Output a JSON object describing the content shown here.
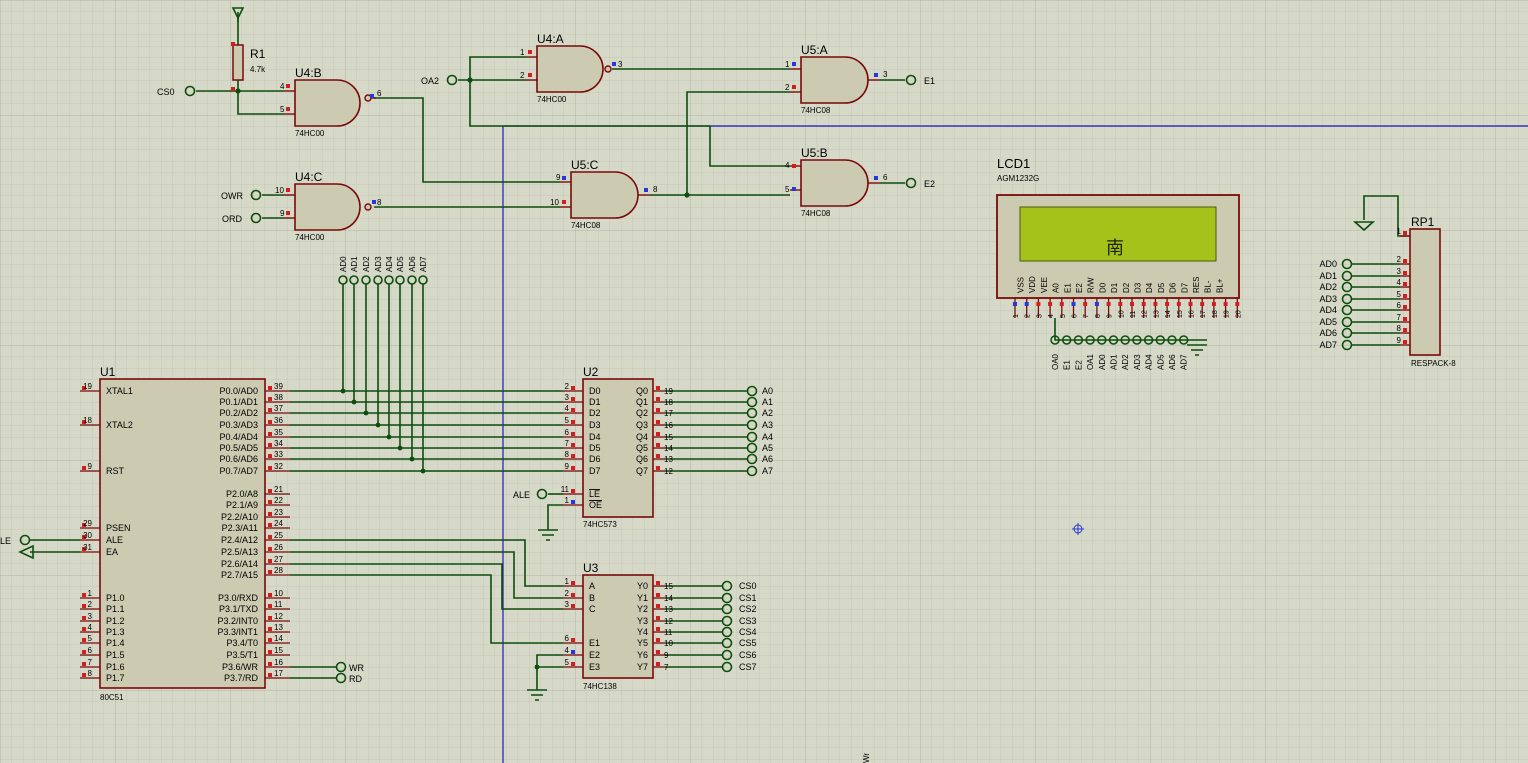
{
  "colors": {
    "background": "#d7d9c8",
    "grid_minor": "#c6c8b8",
    "grid_major": "#b2b4a3",
    "wire": "#0d4d0d",
    "component_fill": "#cccbb1",
    "component_stroke": "#7a0a0a",
    "pin_red": "#d21e1e",
    "pin_blue": "#2838d8",
    "lcd_screen": "#a5c21a",
    "axis_line": "#1a1ab4",
    "text": "#000000"
  },
  "labels": {
    "R1_ref": "R1",
    "R1_val": "4.7k",
    "CS0": "CS0",
    "OA2": "OA2",
    "OWR": "OWR",
    "ORD": "ORD",
    "E1": "E1",
    "E2": "E2",
    "ALE": "ALE",
    "WR": "WR",
    "RD": "RD",
    "bottom_fragment": "Wr"
  },
  "gates": {
    "U4B": {
      "ref": "U4:B",
      "type": "74HC00",
      "in1": "4",
      "in2": "5",
      "out": "6"
    },
    "U4A": {
      "ref": "U4:A",
      "type": "74HC00",
      "in1": "1",
      "in2": "2",
      "out": "3"
    },
    "U4C": {
      "ref": "U4:C",
      "type": "74HC00",
      "in1": "10",
      "in2": "9",
      "out": "8"
    },
    "U5A": {
      "ref": "U5:A",
      "type": "74HC08",
      "in1": "1",
      "in2": "2",
      "out": "3"
    },
    "U5B": {
      "ref": "U5:B",
      "type": "74HC08",
      "in1": "4",
      "in2": "5",
      "out": "6"
    },
    "U5C": {
      "ref": "U5:C",
      "type": "74HC08",
      "in1": "9",
      "in2": "10",
      "out": "8"
    }
  },
  "bus": {
    "ad_labels": [
      "AD0",
      "AD1",
      "AD2",
      "AD3",
      "AD4",
      "AD5",
      "AD6",
      "AD7"
    ]
  },
  "u1": {
    "ref": "U1",
    "type": "80C51",
    "left_pins": [
      {
        "num": "19",
        "name": "XTAL1"
      },
      {
        "num": "18",
        "name": "XTAL2"
      },
      {
        "num": "9",
        "name": "RST"
      },
      {
        "num": "29",
        "name": "PSEN"
      },
      {
        "num": "30",
        "name": "ALE"
      },
      {
        "num": "31",
        "name": "EA"
      },
      {
        "num": "1",
        "name": "P1.0"
      },
      {
        "num": "2",
        "name": "P1.1"
      },
      {
        "num": "3",
        "name": "P1.2"
      },
      {
        "num": "4",
        "name": "P1.3"
      },
      {
        "num": "5",
        "name": "P1.4"
      },
      {
        "num": "6",
        "name": "P1.5"
      },
      {
        "num": "7",
        "name": "P1.6"
      },
      {
        "num": "8",
        "name": "P1.7"
      }
    ],
    "right_pins": [
      {
        "num": "39",
        "name": "P0.0/AD0"
      },
      {
        "num": "38",
        "name": "P0.1/AD1"
      },
      {
        "num": "37",
        "name": "P0.2/AD2"
      },
      {
        "num": "36",
        "name": "P0.3/AD3"
      },
      {
        "num": "35",
        "name": "P0.4/AD4"
      },
      {
        "num": "34",
        "name": "P0.5/AD5"
      },
      {
        "num": "33",
        "name": "P0.6/AD6"
      },
      {
        "num": "32",
        "name": "P0.7/AD7"
      },
      {
        "num": "21",
        "name": "P2.0/A8"
      },
      {
        "num": "22",
        "name": "P2.1/A9"
      },
      {
        "num": "23",
        "name": "P2.2/A10"
      },
      {
        "num": "24",
        "name": "P2.3/A11"
      },
      {
        "num": "25",
        "name": "P2.4/A12"
      },
      {
        "num": "26",
        "name": "P2.5/A13"
      },
      {
        "num": "27",
        "name": "P2.6/A14"
      },
      {
        "num": "28",
        "name": "P2.7/A15"
      },
      {
        "num": "10",
        "name": "P3.0/RXD"
      },
      {
        "num": "11",
        "name": "P3.1/TXD"
      },
      {
        "num": "12",
        "name": "P3.2/INT0"
      },
      {
        "num": "13",
        "name": "P3.3/INT1"
      },
      {
        "num": "14",
        "name": "P3.4/T0"
      },
      {
        "num": "15",
        "name": "P3.5/T1"
      },
      {
        "num": "16",
        "name": "P3.6/WR"
      },
      {
        "num": "17",
        "name": "P3.7/RD"
      }
    ]
  },
  "u2": {
    "ref": "U2",
    "type": "74HC573",
    "d_pins": [
      {
        "num": "2",
        "name": "D0"
      },
      {
        "num": "3",
        "name": "D1"
      },
      {
        "num": "4",
        "name": "D2"
      },
      {
        "num": "5",
        "name": "D3"
      },
      {
        "num": "6",
        "name": "D4"
      },
      {
        "num": "7",
        "name": "D5"
      },
      {
        "num": "8",
        "name": "D6"
      },
      {
        "num": "9",
        "name": "D7"
      }
    ],
    "q_pins": [
      {
        "num": "19",
        "name": "Q0"
      },
      {
        "num": "18",
        "name": "Q1"
      },
      {
        "num": "17",
        "name": "Q2"
      },
      {
        "num": "16",
        "name": "Q3"
      },
      {
        "num": "15",
        "name": "Q4"
      },
      {
        "num": "14",
        "name": "Q5"
      },
      {
        "num": "13",
        "name": "Q6"
      },
      {
        "num": "12",
        "name": "Q7"
      }
    ],
    "le_pin": {
      "num": "11",
      "name": "LE"
    },
    "oe_pin": {
      "num": "1",
      "name": "OE"
    },
    "outputs": [
      "A0",
      "A1",
      "A2",
      "A3",
      "A4",
      "A5",
      "A6",
      "A7"
    ]
  },
  "u3": {
    "ref": "U3",
    "type": "74HC138",
    "in_pins": [
      {
        "num": "1",
        "name": "A"
      },
      {
        "num": "2",
        "name": "B"
      },
      {
        "num": "3",
        "name": "C"
      },
      {
        "num": "6",
        "name": "E1"
      },
      {
        "num": "4",
        "name": "E2"
      },
      {
        "num": "5",
        "name": "E3"
      }
    ],
    "out_pins": [
      {
        "num": "15",
        "name": "Y0"
      },
      {
        "num": "14",
        "name": "Y1"
      },
      {
        "num": "13",
        "name": "Y2"
      },
      {
        "num": "12",
        "name": "Y3"
      },
      {
        "num": "11",
        "name": "Y4"
      },
      {
        "num": "10",
        "name": "Y5"
      },
      {
        "num": "9",
        "name": "Y6"
      },
      {
        "num": "7",
        "name": "Y7"
      }
    ],
    "outputs": [
      "CS0",
      "CS1",
      "CS2",
      "CS3",
      "CS4",
      "CS5",
      "CS6",
      "CS7"
    ]
  },
  "lcd": {
    "ref": "LCD1",
    "model": "AGM1232G",
    "screen_char": "南",
    "pin_names": [
      "VSS",
      "VDD",
      "VEE",
      "A0",
      "E1",
      "E2",
      "R/W",
      "D0",
      "D1",
      "D2",
      "D3",
      "D4",
      "D5",
      "D6",
      "D7",
      "RES",
      "BL-",
      "BL+"
    ],
    "pin_nums": [
      "1",
      "2",
      "3",
      "4",
      "5",
      "6",
      "7",
      "8",
      "9",
      "10",
      "11",
      "12",
      "13",
      "14",
      "15",
      "16",
      "17",
      "18",
      "19",
      "20"
    ],
    "bottom_labels": [
      "OA0",
      "E1",
      "E2",
      "OA1",
      "AD0",
      "AD1",
      "AD2",
      "AD3",
      "AD4",
      "AD5",
      "AD6",
      "AD7"
    ]
  },
  "rp1": {
    "ref": "RP1",
    "type": "RESPACK-8",
    "pin_nums": [
      "1",
      "2",
      "3",
      "4",
      "5",
      "6",
      "7",
      "8",
      "9"
    ],
    "labels": [
      "AD0",
      "AD1",
      "AD2",
      "AD3",
      "AD4",
      "AD5",
      "AD6",
      "AD7"
    ]
  }
}
